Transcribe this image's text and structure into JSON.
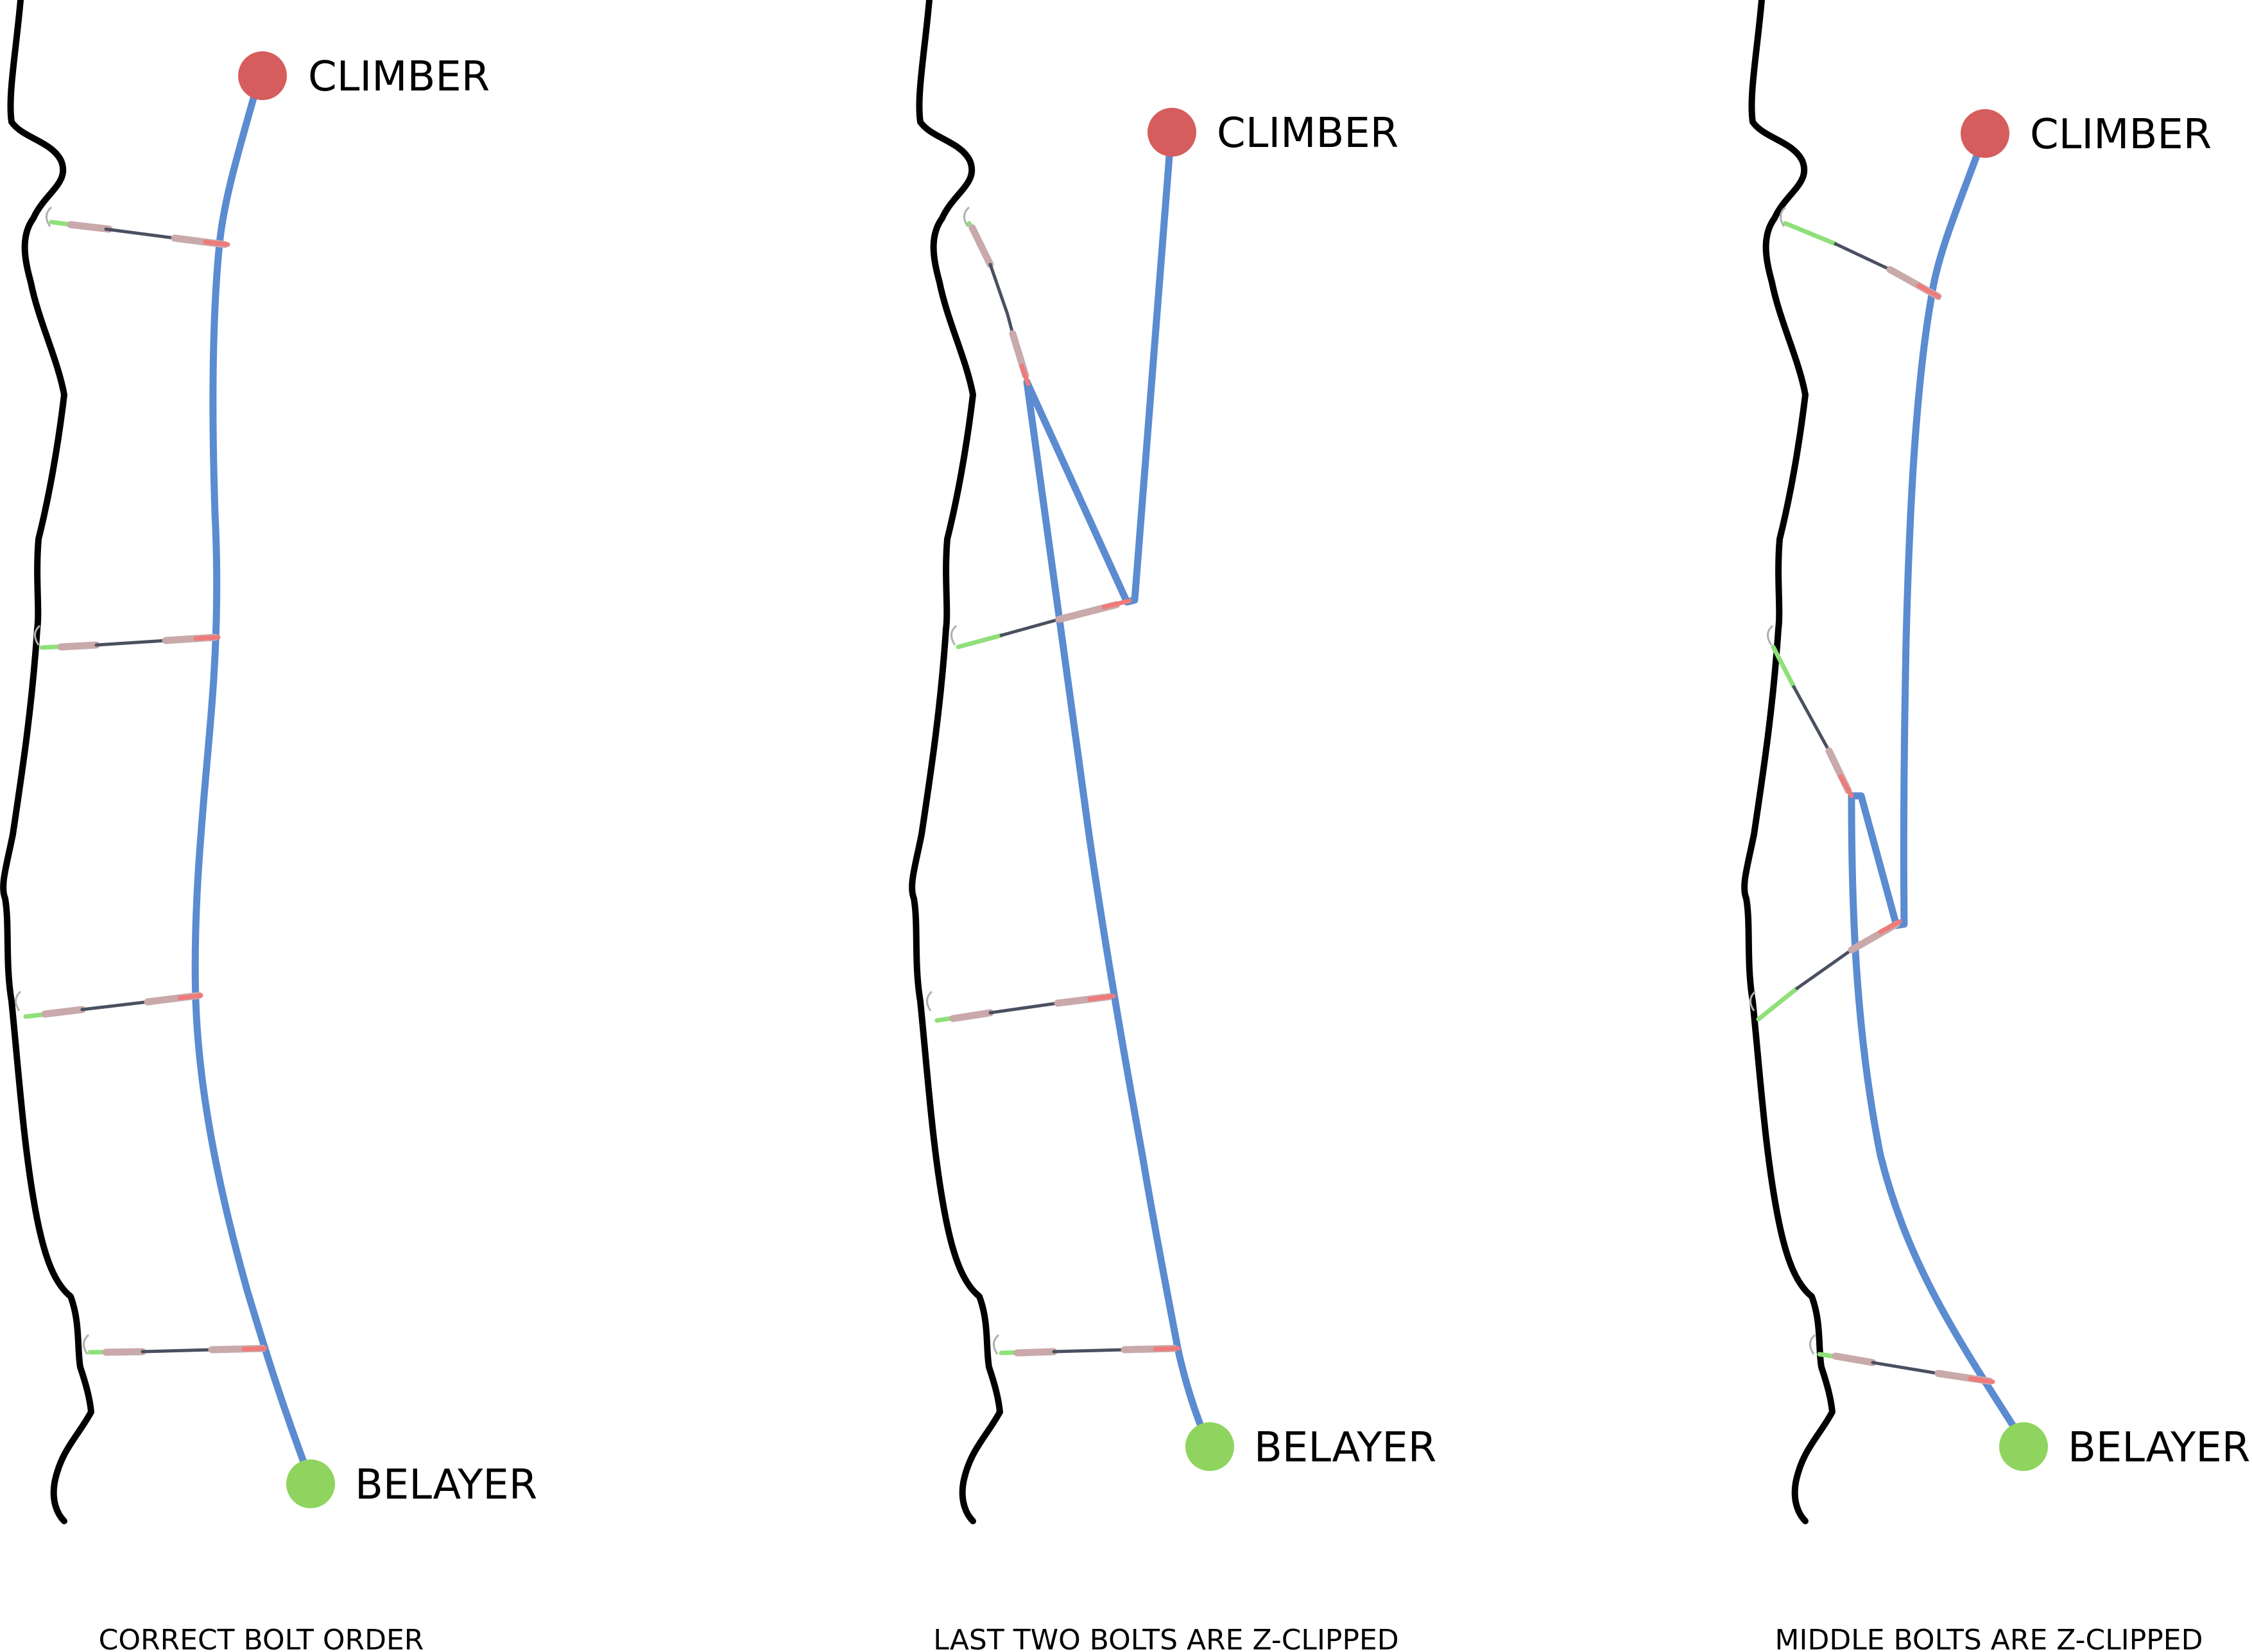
{
  "panels": [
    {
      "id": "correct",
      "climber_label": "CLIMBER",
      "belayer_label": "BELAYER",
      "caption": "CORRECT BOLT ORDER"
    },
    {
      "id": "last-two-z",
      "climber_label": "CLIMBER",
      "belayer_label": "BELAYER",
      "caption": "LAST TWO BOLTS ARE Z-CLIPPED"
    },
    {
      "id": "middle-z",
      "climber_label": "CLIMBER",
      "belayer_label": "BELAYER",
      "caption": "MIDDLE BOLTS ARE Z-CLIPPED"
    }
  ],
  "colors": {
    "climber": "#d65d5d",
    "belayer": "#8fd45e",
    "rope": "#5b8bd0",
    "wall": "#000000"
  }
}
